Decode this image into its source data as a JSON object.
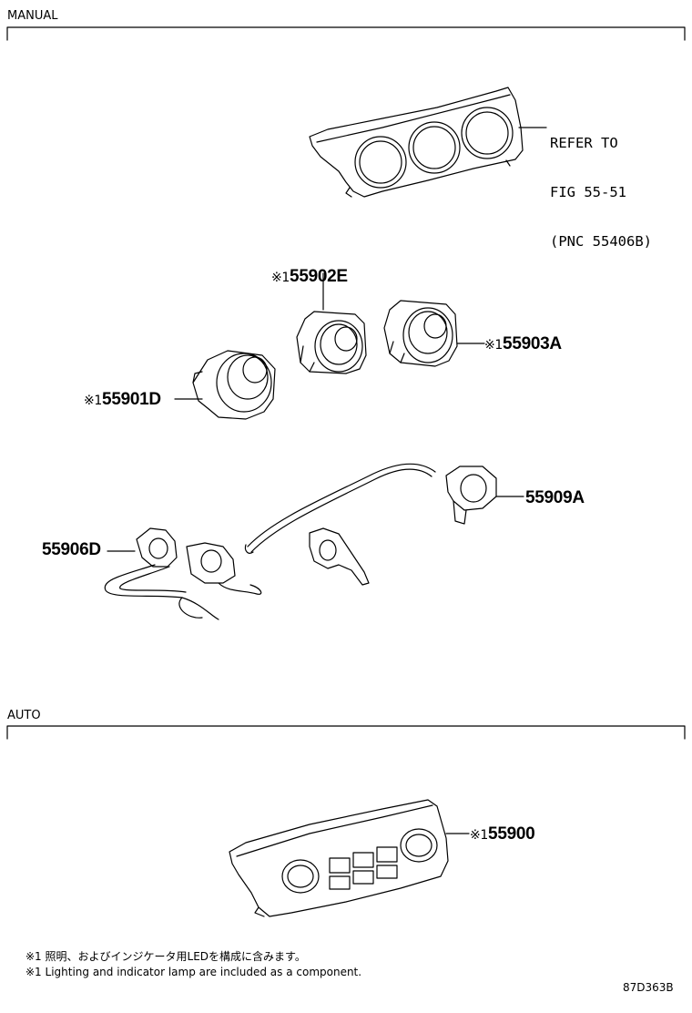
{
  "sections": {
    "manual_label": "MANUAL",
    "auto_label": "AUTO"
  },
  "manual": {
    "refer_note": [
      "REFER TO",
      "FIG 55-51",
      "(PNC 55406B)"
    ],
    "parts": {
      "p55902e": {
        "mark": "※1",
        "number": "55902E"
      },
      "p55903a": {
        "mark": "※1",
        "number": "55903A"
      },
      "p55901d": {
        "mark": "※1",
        "number": "55901D"
      },
      "p55909a": {
        "mark": "",
        "number": "55909A"
      },
      "p55906d": {
        "mark": "",
        "number": "55906D"
      }
    }
  },
  "auto": {
    "parts": {
      "p55900": {
        "mark": "※1",
        "number": "55900"
      }
    }
  },
  "footnotes": {
    "jp": "※1 照明、およびインジケータ用LEDを構成に含みます。",
    "en": "※1 Lighting and indicator lamp are included as a component."
  },
  "figure_code": "87D363B"
}
